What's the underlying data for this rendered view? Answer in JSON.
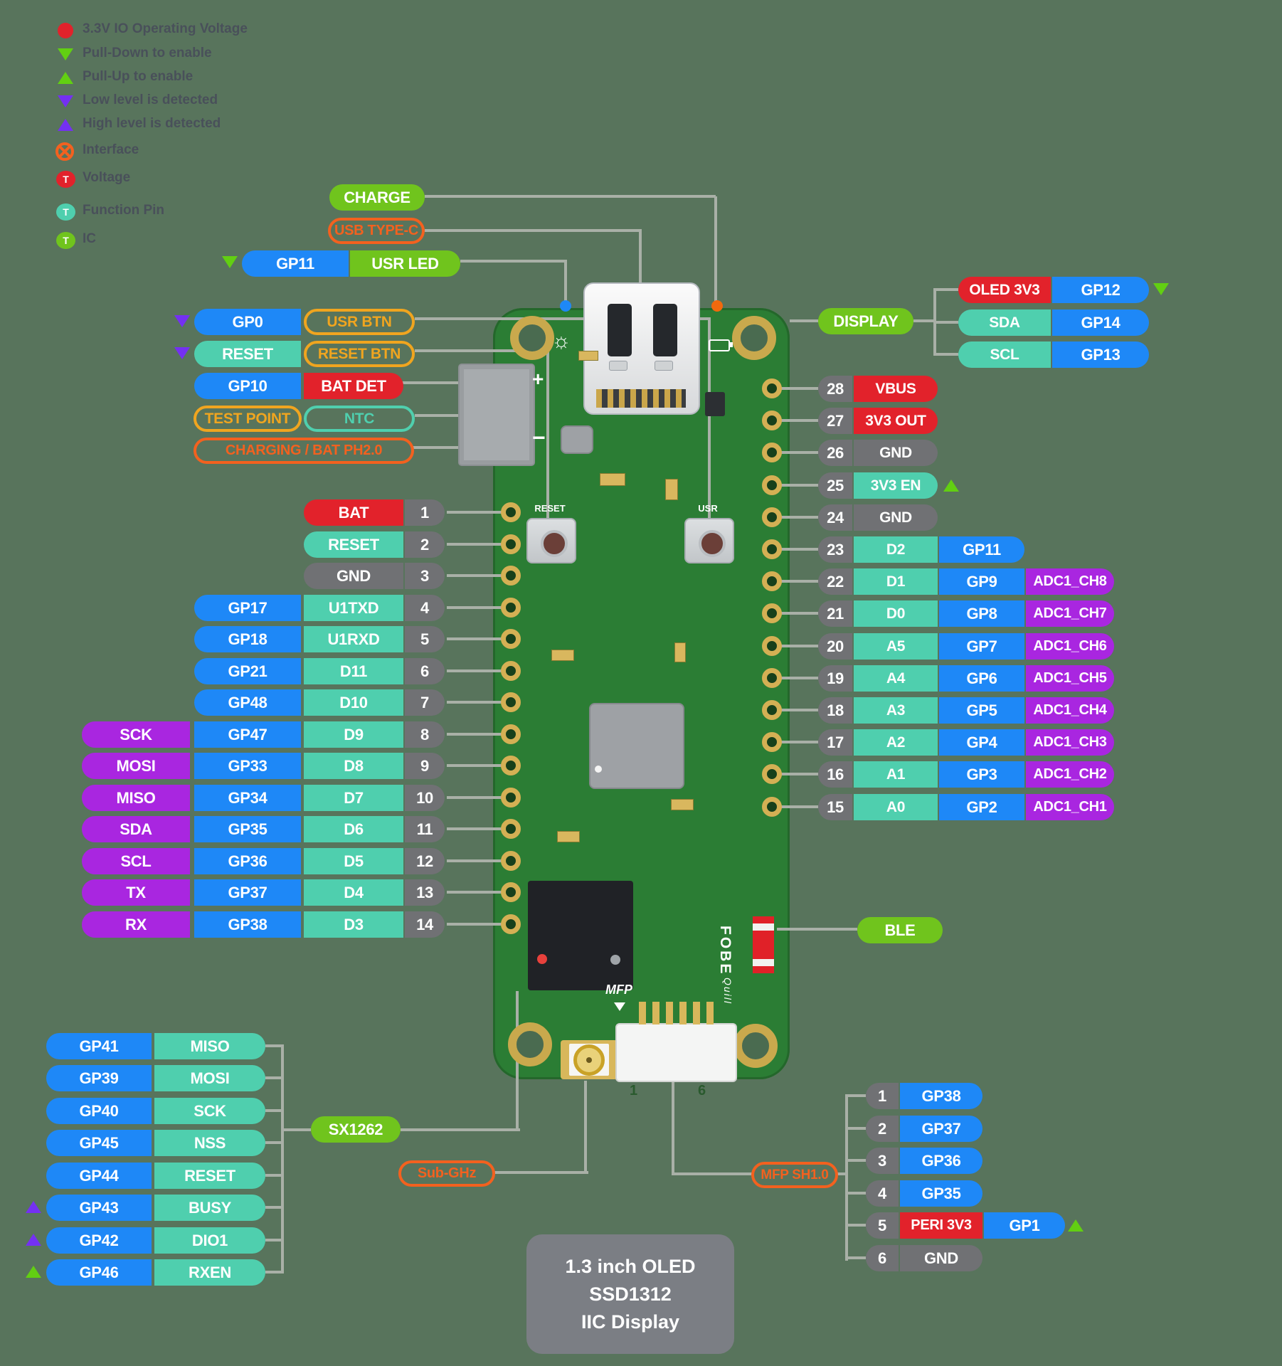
{
  "legend": {
    "items": [
      {
        "icon": "red-circle",
        "label": "3.3V IO Operating Voltage"
      },
      {
        "icon": "tri-down-green",
        "label": "Pull-Down to enable"
      },
      {
        "icon": "tri-up-green",
        "label": "Pull-Up to enable"
      },
      {
        "icon": "tri-down-purple",
        "label": "Low level is detected"
      },
      {
        "icon": "tri-up-purple",
        "label": "High level is detected"
      },
      {
        "icon": "interface",
        "label": "Interface"
      },
      {
        "icon": "badge-red",
        "badge": "T",
        "label": "Voltage"
      },
      {
        "icon": "badge-teal",
        "badge": "T",
        "label": "Function Pin"
      },
      {
        "icon": "badge-green",
        "badge": "T",
        "label": "IC"
      }
    ]
  },
  "top": {
    "charge": "CHARGE",
    "usb_type_c": "USB TYPE-C",
    "gp11": "GP11",
    "usr_led": "USR LED"
  },
  "left_controls": {
    "rows": [
      {
        "marker": "purple-down",
        "pills": [
          {
            "t": "GP0",
            "c": "blue"
          },
          {
            "t": "USR BTN",
            "c": "outline-gold"
          }
        ]
      },
      {
        "marker": "purple-down",
        "pills": [
          {
            "t": "RESET",
            "c": "teal"
          },
          {
            "t": "RESET BTN",
            "c": "outline-gold"
          }
        ]
      },
      {
        "pills": [
          {
            "t": "GP10",
            "c": "blue"
          },
          {
            "t": "BAT DET",
            "c": "red"
          }
        ]
      },
      {
        "pills": [
          {
            "t": "TEST POINT",
            "c": "outline-gold"
          },
          {
            "t": "NTC",
            "c": "outline-teal"
          }
        ]
      },
      {
        "pills": [
          {
            "t": "CHARGING / BAT PH2.0",
            "c": "outline-orange"
          }
        ]
      }
    ]
  },
  "left_pins": {
    "rows": [
      {
        "num": "1",
        "func": "BAT",
        "fc": "red"
      },
      {
        "num": "2",
        "func": "RESET",
        "fc": "teal"
      },
      {
        "num": "3",
        "func": "GND",
        "fc": "gray"
      },
      {
        "num": "4",
        "gp": "GP17",
        "func": "U1TXD"
      },
      {
        "num": "5",
        "gp": "GP18",
        "func": "U1RXD"
      },
      {
        "num": "6",
        "gp": "GP21",
        "func": "D11"
      },
      {
        "num": "7",
        "gp": "GP48",
        "func": "D10"
      },
      {
        "num": "8",
        "spi": "SCK",
        "gp": "GP47",
        "func": "D9"
      },
      {
        "num": "9",
        "spi": "MOSI",
        "gp": "GP33",
        "func": "D8"
      },
      {
        "num": "10",
        "spi": "MISO",
        "gp": "GP34",
        "func": "D7"
      },
      {
        "num": "11",
        "spi": "SDA",
        "gp": "GP35",
        "func": "D6"
      },
      {
        "num": "12",
        "spi": "SCL",
        "gp": "GP36",
        "func": "D5"
      },
      {
        "num": "13",
        "spi": "TX",
        "gp": "GP37",
        "func": "D4"
      },
      {
        "num": "14",
        "spi": "RX",
        "gp": "GP38",
        "func": "D3"
      }
    ]
  },
  "right_pins": {
    "rows": [
      {
        "num": "28",
        "func": "VBUS",
        "fc": "red"
      },
      {
        "num": "27",
        "func": "3V3 OUT",
        "fc": "red"
      },
      {
        "num": "26",
        "func": "GND",
        "fc": "gray"
      },
      {
        "num": "25",
        "func": "3V3 EN",
        "fc": "teal",
        "marker": "green-up"
      },
      {
        "num": "24",
        "func": "GND",
        "fc": "gray"
      },
      {
        "num": "23",
        "func": "D2",
        "gp": "GP11"
      },
      {
        "num": "22",
        "func": "D1",
        "gp": "GP9",
        "adc": "ADC1_CH8"
      },
      {
        "num": "21",
        "func": "D0",
        "gp": "GP8",
        "adc": "ADC1_CH7"
      },
      {
        "num": "20",
        "func": "A5",
        "gp": "GP7",
        "adc": "ADC1_CH6"
      },
      {
        "num": "19",
        "func": "A4",
        "gp": "GP6",
        "adc": "ADC1_CH5"
      },
      {
        "num": "18",
        "func": "A3",
        "gp": "GP5",
        "adc": "ADC1_CH4"
      },
      {
        "num": "17",
        "func": "A2",
        "gp": "GP4",
        "adc": "ADC1_CH3"
      },
      {
        "num": "16",
        "func": "A1",
        "gp": "GP3",
        "adc": "ADC1_CH2"
      },
      {
        "num": "15",
        "func": "A0",
        "gp": "GP2",
        "adc": "ADC1_CH1"
      }
    ]
  },
  "display_group": {
    "label": "DISPLAY",
    "rows": [
      {
        "func": "OLED 3V3",
        "fc": "red",
        "gp": "GP12",
        "marker": "green-down"
      },
      {
        "func": "SDA",
        "fc": "teal",
        "gp": "GP14"
      },
      {
        "func": "SCL",
        "fc": "teal",
        "gp": "GP13"
      }
    ]
  },
  "radio_block": {
    "chip": "SX1262",
    "interface": "Sub-GHz",
    "rows": [
      {
        "gp": "GP41",
        "func": "MISO"
      },
      {
        "gp": "GP39",
        "func": "MOSI"
      },
      {
        "gp": "GP40",
        "func": "SCK"
      },
      {
        "gp": "GP45",
        "func": "NSS"
      },
      {
        "gp": "GP44",
        "func": "RESET"
      },
      {
        "gp": "GP43",
        "func": "BUSY",
        "marker": "purple-up"
      },
      {
        "gp": "GP42",
        "func": "DIO1",
        "marker": "purple-up"
      },
      {
        "gp": "GP46",
        "func": "RXEN",
        "marker": "green-up"
      }
    ]
  },
  "mfp_block": {
    "label": "MFP SH1.0",
    "rows": [
      {
        "num": "1",
        "gp": "GP38"
      },
      {
        "num": "2",
        "gp": "GP37"
      },
      {
        "num": "3",
        "gp": "GP36"
      },
      {
        "num": "4",
        "gp": "GP35"
      },
      {
        "num": "5",
        "volt": "PERI 3V3",
        "gp": "GP1",
        "marker": "green-up"
      },
      {
        "num": "6",
        "gnd": "GND"
      }
    ]
  },
  "ble": "BLE",
  "oled_box": {
    "line1": "1.3 inch OLED",
    "line2": "SSD1312",
    "line3": "IIC Display"
  },
  "board": {
    "reset_btn": "RESET",
    "usr_btn": "USR",
    "mfp_silk": "MFP",
    "brand": "FOBE",
    "brand_sub": "Quill",
    "plus": "+",
    "minus": "−",
    "pin_first": "1",
    "pin_last": "6"
  },
  "colors": {
    "blue": "#1E88F7",
    "teal": "#4FCFAE",
    "red": "#E2222B",
    "gray": "#707174",
    "purple": "#A926E0",
    "green": "#70C41D",
    "gold": "#F0A51F",
    "orange": "#F3611F",
    "violet": "#7430F2",
    "lime": "#62CF12",
    "line": "#A9B0A7",
    "pcb": "#2B7D34",
    "background": "#58745C"
  }
}
